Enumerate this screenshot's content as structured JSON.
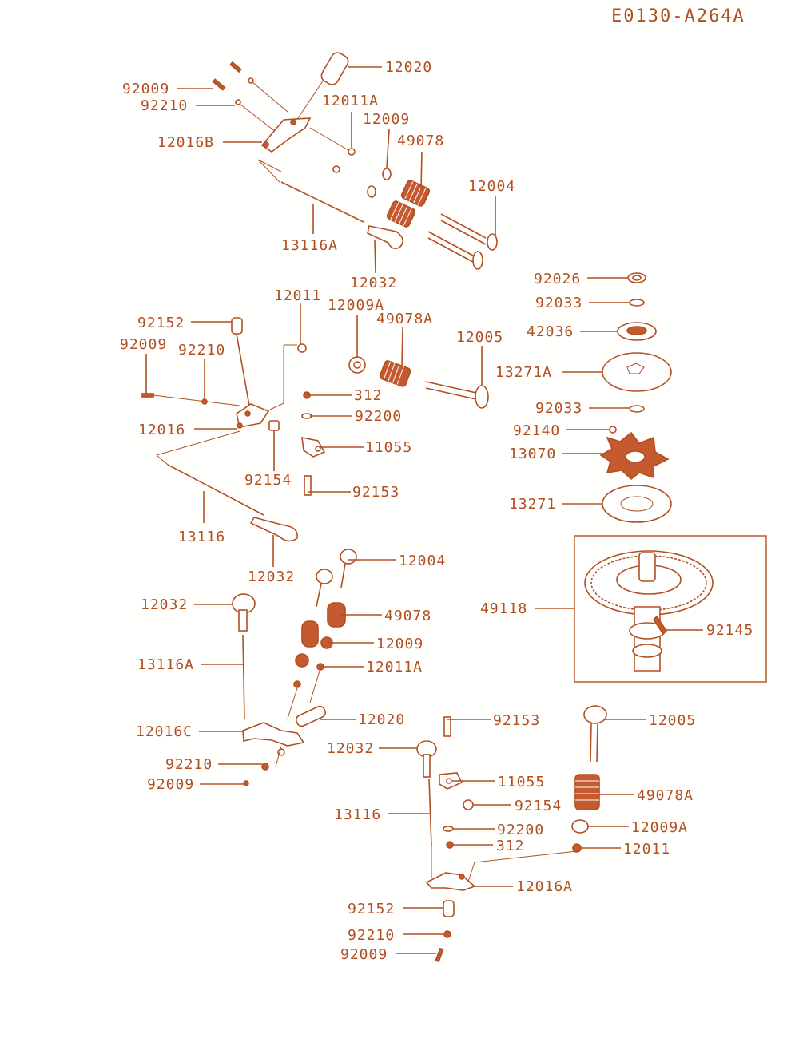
{
  "diagram_code": "E0130-A264A",
  "labels": {
    "l_92009_a": "92009",
    "l_92210_a": "92210",
    "l_12016B": "12016B",
    "l_12020_a": "12020",
    "l_12011A_a": "12011A",
    "l_12009_a": "12009",
    "l_49078_a": "49078",
    "l_12004_a": "12004",
    "l_13116A_a": "13116A",
    "l_12032_a": "12032",
    "l_12011_a": "12011",
    "l_12009A_a": "12009A",
    "l_49078A_a": "49078A",
    "l_12005_a": "12005",
    "l_92152_a": "92152",
    "l_92009_b": "92009",
    "l_92210_b": "92210",
    "l_312_a": "312",
    "l_92200_a": "92200",
    "l_12016": "12016",
    "l_11055_a": "11055",
    "l_92154_a": "92154",
    "l_92153_a": "92153",
    "l_13116_a": "13116",
    "l_12032_b": "12032",
    "l_92026": "92026",
    "l_92033_a": "92033",
    "l_42036": "42036",
    "l_13271A": "13271A",
    "l_92033_b": "92033",
    "l_92140": "92140",
    "l_13070": "13070",
    "l_13271": "13271",
    "l_49118": "49118",
    "l_92145": "92145",
    "l_12004_b": "12004",
    "l_12032_c": "12032",
    "l_49078_b": "49078",
    "l_12009_b": "12009",
    "l_13116A_b": "13116A",
    "l_12011A_b": "12011A",
    "l_12020_b": "12020",
    "l_12016C": "12016C",
    "l_92210_c": "92210",
    "l_92009_c": "92009",
    "l_92153_b": "92153",
    "l_12005_b": "12005",
    "l_12032_d": "12032",
    "l_11055_b": "11055",
    "l_13116_b": "13116",
    "l_92154_b": "92154",
    "l_49078A_b": "49078A",
    "l_92200_b": "92200",
    "l_12009A_b": "12009A",
    "l_312_b": "312",
    "l_12011_b": "12011",
    "l_12016A": "12016A",
    "l_92152_b": "92152",
    "l_92210_d": "92210",
    "l_92009_d": "92009"
  },
  "colors": {
    "ink": "#b24f22",
    "fill": "#c55a30",
    "background": "#fffffd"
  }
}
